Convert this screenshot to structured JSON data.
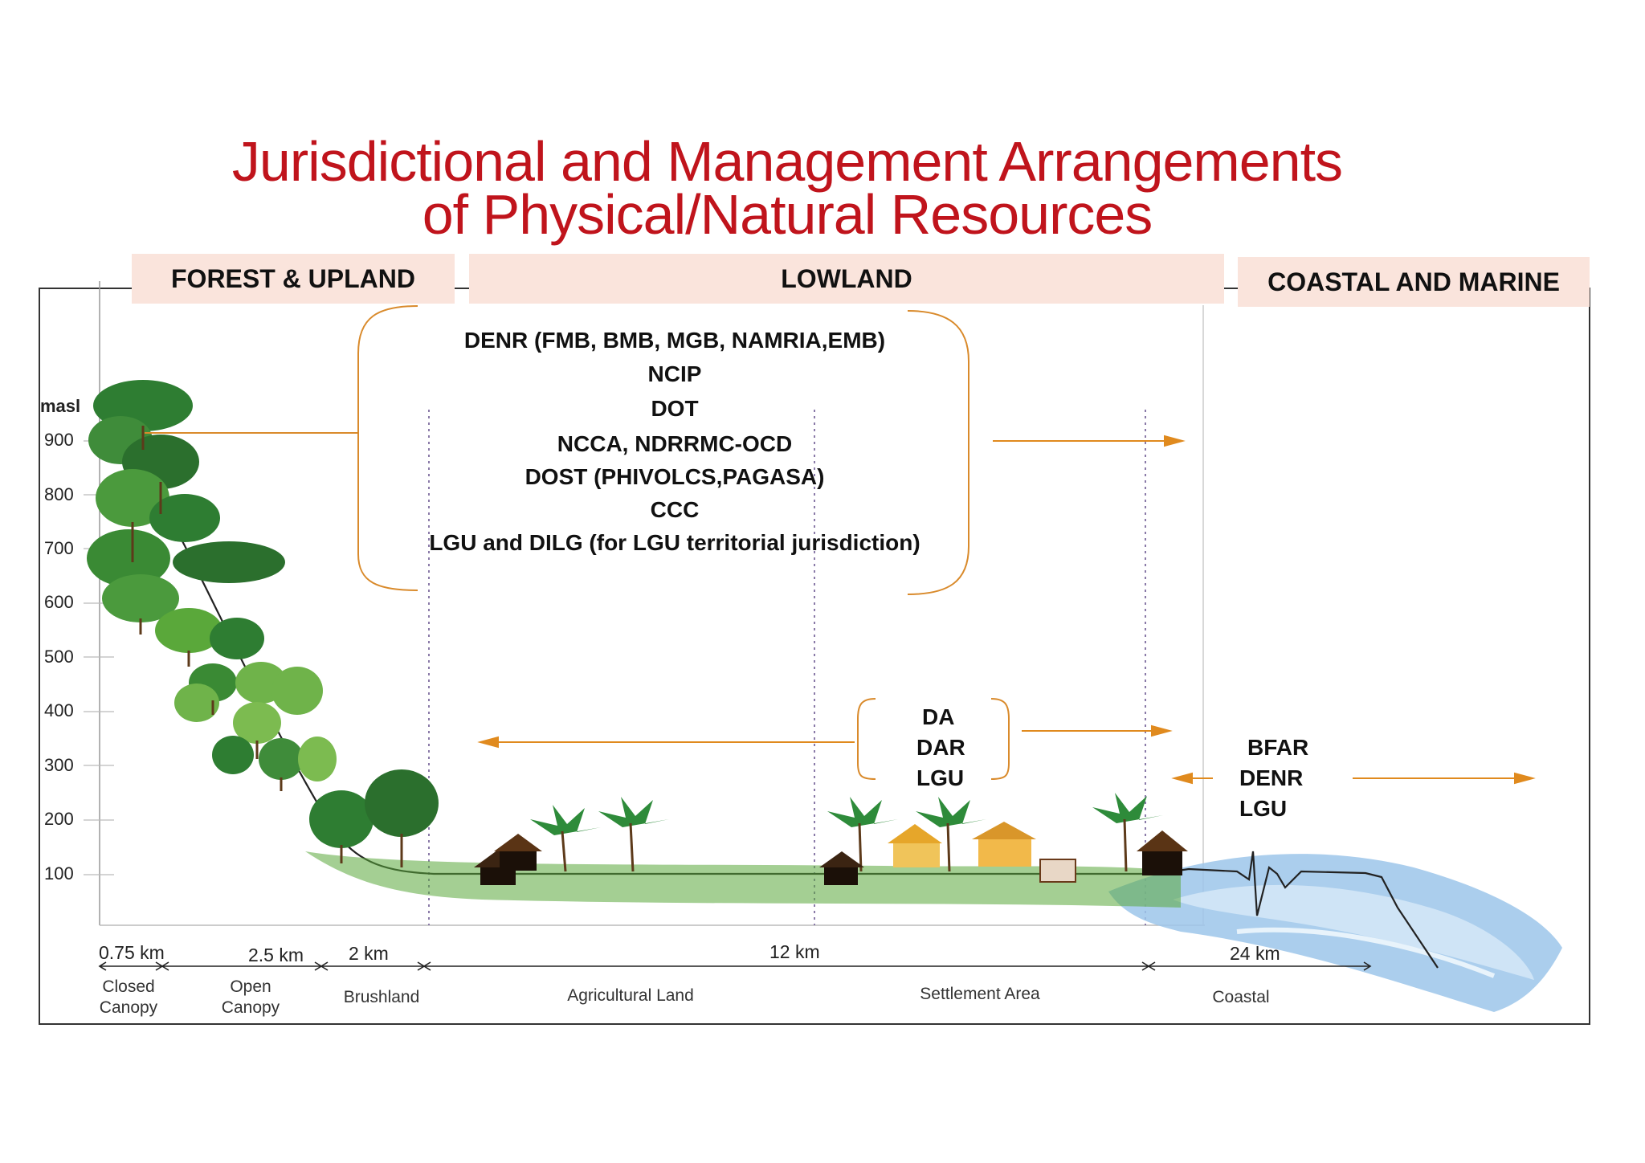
{
  "title": {
    "line1": "Jurisdictional and Management Arrangements",
    "line2": "of Physical/Natural Resources"
  },
  "zones": {
    "forest": "FOREST & UPLAND",
    "lowland": "LOWLAND",
    "coastal": "COASTAL AND MARINE"
  },
  "general_agencies": [
    "DENR (FMB, BMB, MGB, NAMRIA,EMB)",
    "NCIP",
    "DOT",
    "NCCA, NDRRMC-OCD",
    "DOST (PHIVOLCS,PAGASA)",
    "CCC",
    "LGU and DILG (for LGU territorial jurisdiction)"
  ],
  "lowland_agencies": [
    "DA",
    "DAR",
    "LGU"
  ],
  "coastal_agencies": [
    "BFAR",
    "DENR",
    "LGU"
  ],
  "axis": {
    "unit": "masl",
    "ticks": [
      "900",
      "800",
      "700",
      "600",
      "500",
      "400",
      "300",
      "200",
      "100"
    ]
  },
  "distances": [
    "0.75 km",
    "2.5 km",
    "2 km",
    "12 km",
    "24 km"
  ],
  "land_uses": {
    "closed_canopy": [
      "Closed",
      "Canopy"
    ],
    "open_canopy": [
      "Open",
      "Canopy"
    ],
    "brushland": "Brushland",
    "agricultural": "Agricultural Land",
    "settlement": "Settlement Area",
    "coastal": "Coastal"
  },
  "colors": {
    "title": "#c0141c",
    "zone_band": "#fae4dc",
    "bracket": "#d98a2b",
    "arrow": "#e08a1e",
    "tree": "#2e7d32",
    "water": "#8fbde6"
  }
}
